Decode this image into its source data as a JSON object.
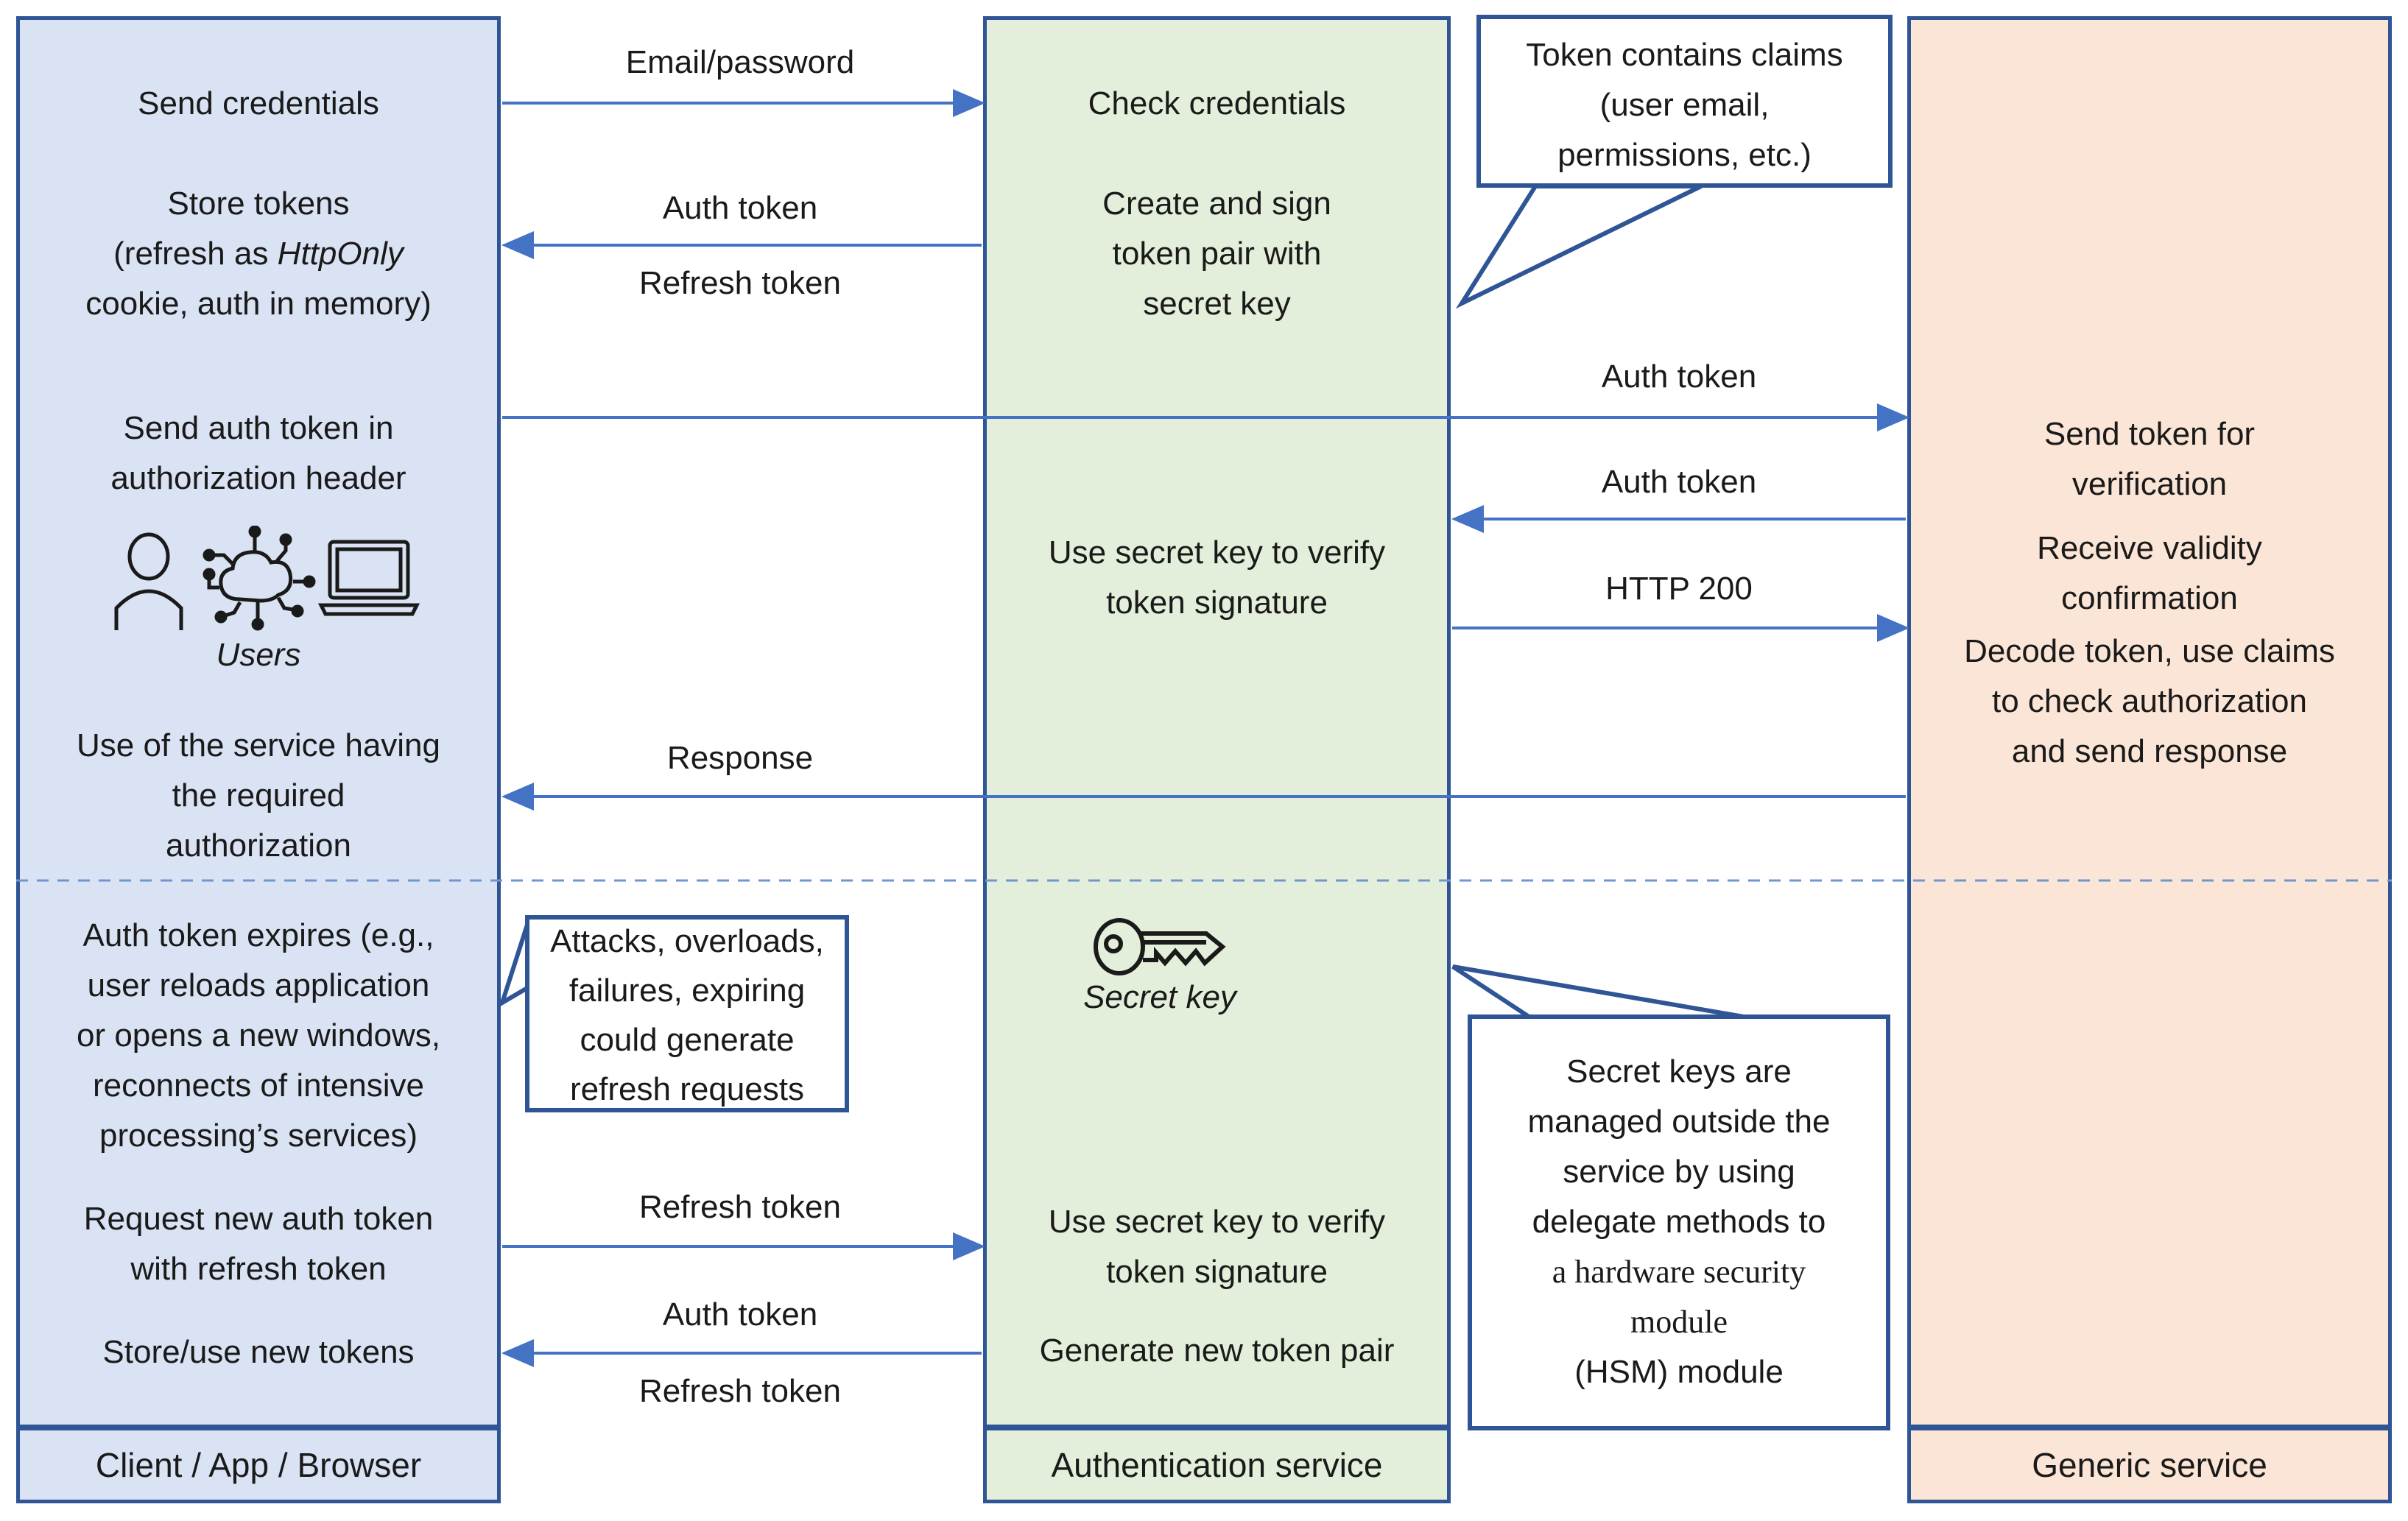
{
  "colors": {
    "client_fill": "#dae3f3",
    "auth_fill": "#e3efda",
    "generic_fill": "#fbe5d6",
    "border_blue": "#2f5597",
    "arrow_blue": "#4472c4",
    "dash_blue": "#7096cf",
    "ink": "#1a1a1a"
  },
  "client": {
    "footer": "Client / App / Browser",
    "send_credentials": "Send credentials",
    "store_tokens_pre": "Store tokens\n(refresh as ",
    "store_tokens_italic": "HttpOnly",
    "store_tokens_post": "\ncookie, auth in memory)",
    "send_auth_token": "Send auth token in\nauthorization header",
    "users_caption": "Users",
    "use_service": "Use of the service having\nthe required\nauthorization",
    "token_expires": "Auth token expires (e.g.,\nuser reloads application\nor opens a new windows,\nreconnects of intensive\nprocessing’s services)",
    "request_new": "Request new auth token\nwith refresh token",
    "store_use_new": "Store/use new tokens"
  },
  "auth": {
    "footer": "Authentication service",
    "check_credentials": "Check credentials",
    "create_sign": "Create and sign\ntoken pair with\nsecret key",
    "verify_signature_1": "Use secret key to verify\ntoken signature",
    "secret_key_caption": "Secret key",
    "verify_signature_2": "Use secret key to verify\ntoken signature",
    "generate_pair": "Generate new token pair"
  },
  "generic": {
    "footer": "Generic service",
    "send_token": "Send token for\nverification",
    "receive_validity": "Receive validity\nconfirmation",
    "decode_token": "Decode token, use claims\nto check authorization\nand send response"
  },
  "messages": {
    "email_password": "Email/password",
    "auth_token_1": "Auth token",
    "refresh_token_1": "Refresh token",
    "auth_token_long": "Auth token",
    "auth_token_back": "Auth token",
    "http_200": "HTTP 200",
    "response": "Response",
    "refresh_token_2": "Refresh token",
    "auth_token_2": "Auth token",
    "refresh_token_3": "Refresh token"
  },
  "callouts": {
    "token_claims": "Token contains claims\n(user email,\npermissions, etc.)",
    "attacks": "Attacks, overloads,\nfailures, expiring\ncould generate\nrefresh requests",
    "secret_keys_pre": "Secret keys are\nmanaged outside the\nservice by using\ndelegate methods to\n",
    "secret_keys_serif": "a hardware security\nmodule",
    "secret_keys_post": "\n(HSM) module"
  },
  "icons": {
    "users_icon": "person, connected IoT cloud and laptop line icons",
    "key_icon": "horizontal key with round bow and toothed blade"
  }
}
